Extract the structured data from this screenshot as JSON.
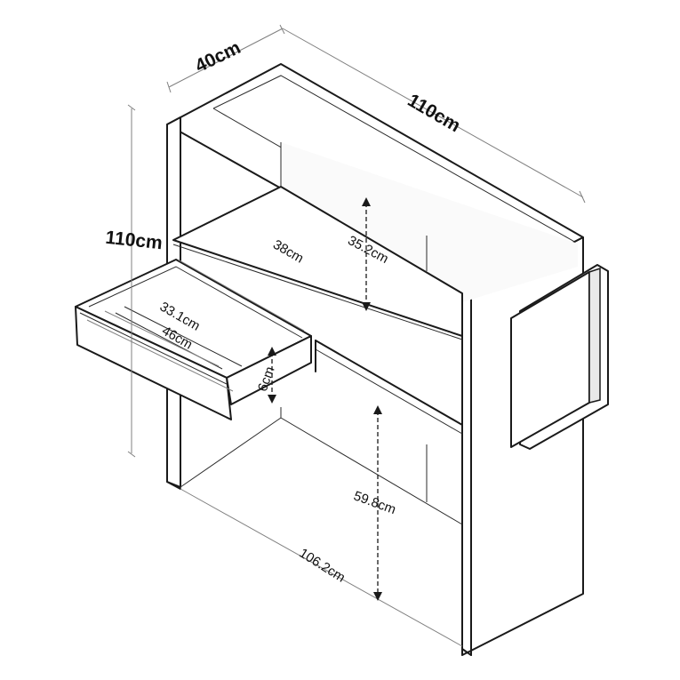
{
  "dimensions": {
    "depth": "40cm",
    "width": "110cm",
    "height": "110cm",
    "drawer_width": "38cm",
    "shelf_height": "35.2cm",
    "drawer_inner_width": "33.1cm",
    "drawer_outer_width": "46cm",
    "drawer_height": "6cm",
    "knee_height": "59.8cm",
    "inner_width": "106.2cm"
  }
}
